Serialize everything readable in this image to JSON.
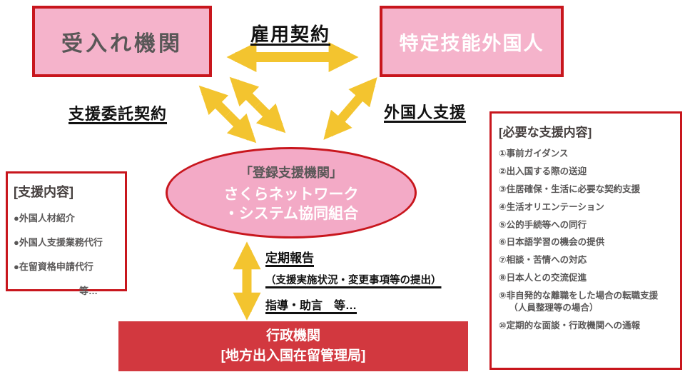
{
  "colors": {
    "pink_fill": "#f5b3cb",
    "ellipse_fill": "#f3aac6",
    "red_border": "#c8161d",
    "red_box": "#d2383f",
    "arrow_yellow": "#f3c42f",
    "text_gray": "#595757",
    "text_black": "#111111"
  },
  "nodes": {
    "accepting_org": "受入れ機関",
    "foreign_worker": "特定技能外国人",
    "registered_support_org": {
      "title": "「登録支援機関」",
      "name_line1": "さくらネットワーク",
      "name_line2": "・システム協同組合"
    },
    "government": {
      "line1": "行政機関",
      "line2": "[地方出入国在留管理局]"
    }
  },
  "edges": {
    "employment_contract": "雇用契約",
    "support_consignment_contract": "支援委託契約",
    "foreigner_support": "外国人支援",
    "periodic_report": "定期報告",
    "report_detail": "（支援実施状況・変更事項等の提出）",
    "guidance": "指導・助言　等…"
  },
  "support_content_box": {
    "title": "[支援内容]",
    "items": [
      "●外国人材紹介",
      "●外国人支援業務代行",
      "●在留資格申請代行"
    ],
    "etc": "等…"
  },
  "required_support_box": {
    "title": "[必要な支援内容]",
    "items": [
      "①事前ガイダンス",
      "②出入国する際の送迎",
      "③住居確保・生活に必要な契約支援",
      "④生活オリエンテーション",
      "⑤公的手続等への同行",
      "⑥日本語学習の機会の提供",
      "⑦相談・苦情への対応",
      "⑧日本人との交流促進",
      "⑨非自発的な離職をした場合の転職支援（人員整理等の場合）",
      "⑩定期的な面談・行政機関への通報"
    ]
  }
}
